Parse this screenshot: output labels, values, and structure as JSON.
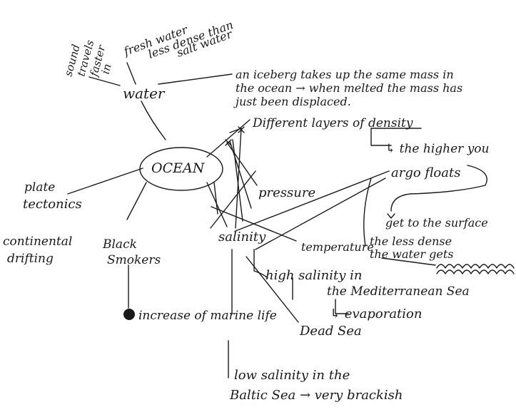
{
  "mindmap": {
    "center": "OCEAN",
    "water": {
      "label": "water",
      "sound": [
        "sound",
        "travels",
        "faster",
        "in"
      ],
      "fresh_water": [
        "fresh water",
        "less dense than",
        "salt water"
      ],
      "iceberg": [
        "an iceberg takes up the same mass in",
        "the ocean → when melted the mass has",
        "just been displaced."
      ]
    },
    "density": {
      "label": "Different layers of density",
      "higher": "↳ the higher you",
      "argo": "argo floats",
      "surface": "get to the surface",
      "less_dense": [
        "the less dense",
        "the water gets"
      ]
    },
    "pressure": "pressure",
    "salinity": {
      "label": "salinity",
      "high": [
        "high salinity in",
        "the Mediterranean Sea"
      ],
      "evaporation": "↳ evaporation",
      "dead_sea": "Dead Sea",
      "marine_life": "increase of marine life",
      "low": [
        "low salinity in the",
        "Baltic Sea → very brackish"
      ]
    },
    "temperature": "temperature",
    "plate_tectonics": [
      "plate",
      "tectonics"
    ],
    "continental": [
      "continental",
      "drifting"
    ],
    "black_smokers": [
      "Black",
      "Smokers"
    ]
  }
}
